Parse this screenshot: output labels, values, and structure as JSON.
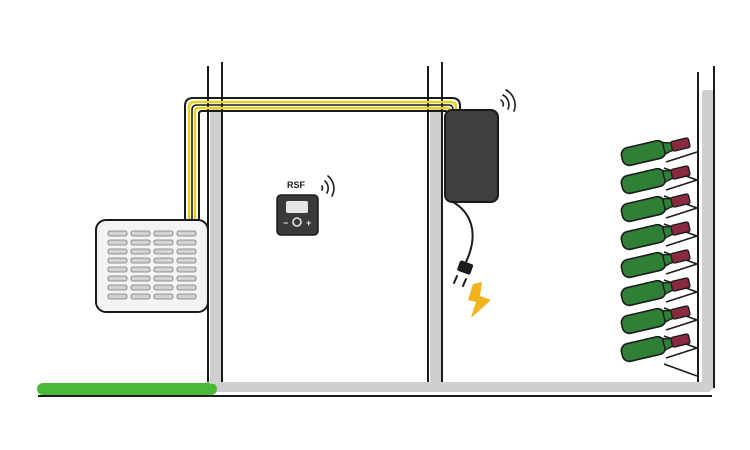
{
  "thermostat": {
    "label": "RSF",
    "minus_symbol": "−",
    "plus_symbol": "+"
  },
  "icons": {
    "thermostat": "thermostat-icon",
    "wireless_signal": "wifi-signal-icon",
    "controller_box": "controller-box",
    "power_plug": "power-plug-icon",
    "lightning": "lightning-bolt-icon",
    "outdoor_unit": "condenser-unit",
    "wine_rack": "wine-rack"
  },
  "colors": {
    "refrigerant_pipe": "#e8d21a",
    "wall": "#cfcfcf",
    "outline": "#1b1b1b",
    "ground_grass": "#4cb83a",
    "controller": "#3f3f3f",
    "bottle_body": "#2f7f36",
    "bottle_neck": "#8a2a3e",
    "lightning": "#f2b21c"
  },
  "wine_rack": {
    "bottle_count": 8
  }
}
